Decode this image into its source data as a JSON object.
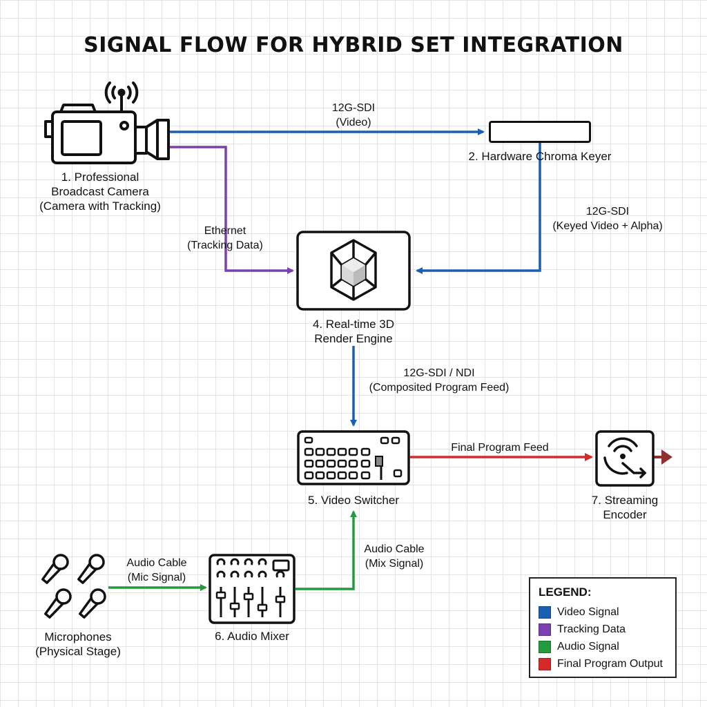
{
  "title": "SIGNAL FLOW FOR HYBRID SET INTEGRATION",
  "colors": {
    "video": "#1a5fb4",
    "tracking": "#7b3fb0",
    "audio": "#239a3b",
    "final": "#d42a2a"
  },
  "nodes": {
    "camera": {
      "line1": "1. Professional",
      "line2": "Broadcast Camera",
      "line3": "(Camera with Tracking)",
      "icon": "camera-icon"
    },
    "keyer": {
      "line1": "2. Hardware Chroma Keyer",
      "icon": "keyer-box"
    },
    "render": {
      "line1": "4. Real-time 3D",
      "line2": "Render Engine",
      "icon": "cube-icon"
    },
    "switcher": {
      "line1": "5. Video Switcher",
      "icon": "switcher-icon"
    },
    "mixer": {
      "line1": "6. Audio Mixer",
      "icon": "mixer-icon"
    },
    "mics": {
      "line1": "Microphones",
      "line2": "(Physical Stage)",
      "icon": "microphone-icon"
    },
    "encoder": {
      "line1": "7. Streaming",
      "line2": "Encoder",
      "icon": "streaming-icon"
    }
  },
  "edges": {
    "camera_keyer": {
      "line1": "12G-SDI",
      "line2": "(Video)"
    },
    "keyer_render": {
      "line1": "12G-SDI",
      "line2": "(Keyed Video + Alpha)"
    },
    "camera_render": {
      "line1": "Ethernet",
      "line2": "(Tracking Data)"
    },
    "render_switcher": {
      "line1": "12G-SDI / NDI",
      "line2": "(Composited Program Feed)"
    },
    "switcher_encoder": {
      "line1": "Final Program Feed"
    },
    "mics_mixer": {
      "line1": "Audio Cable",
      "line2": "(Mic Signal)"
    },
    "mixer_switcher": {
      "line1": "Audio Cable",
      "line2": "(Mix Signal)"
    }
  },
  "legend": {
    "title": "LEGEND:",
    "items": [
      {
        "label": "Video Signal",
        "color": "#1a5fb4"
      },
      {
        "label": "Tracking Data",
        "color": "#7b3fb0"
      },
      {
        "label": "Audio Signal",
        "color": "#239a3b"
      },
      {
        "label": "Final Program Output",
        "color": "#d42a2a"
      }
    ]
  }
}
